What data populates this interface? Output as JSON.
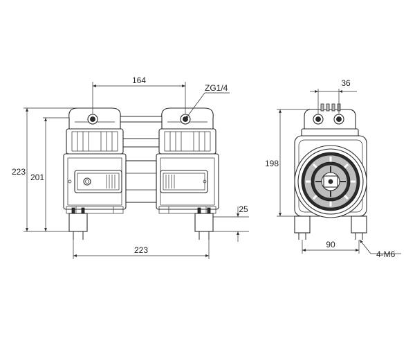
{
  "drawing": {
    "front_view": {
      "dim_width_between_heads": "164",
      "dim_port_thread": "ZG1/4",
      "dim_overall_height": "223",
      "dim_body_height": "201",
      "dim_foot_height": "25",
      "dim_overall_width": "223"
    },
    "side_view": {
      "dim_port_spacing": "36",
      "dim_height": "198",
      "dim_mount_spacing": "90",
      "dim_mount_bolts": "4-M6"
    }
  }
}
